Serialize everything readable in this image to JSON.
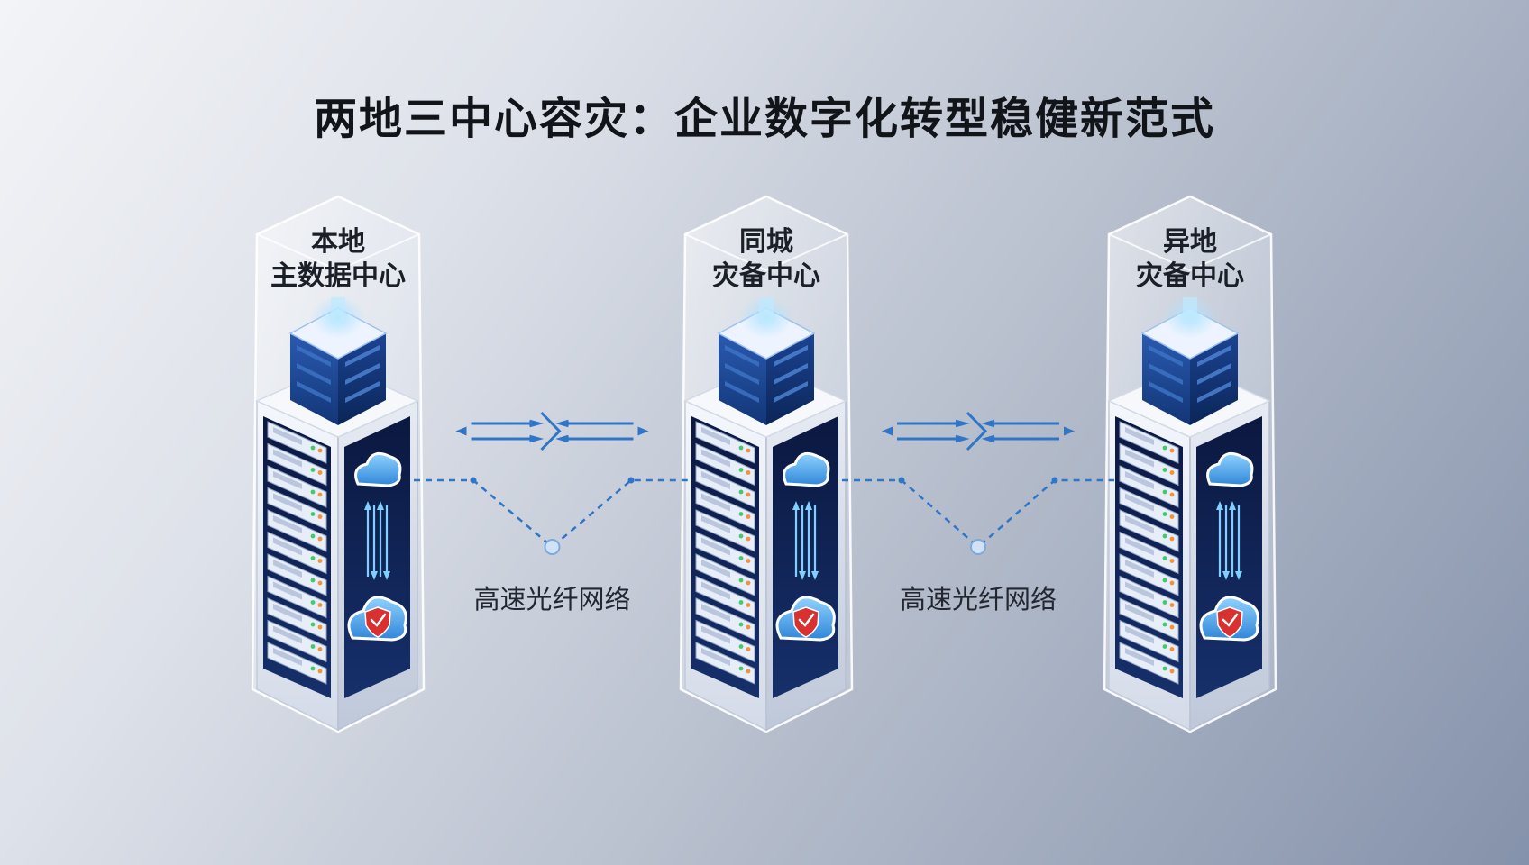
{
  "title": "两地三中心容灾：企业数字化转型稳健新范式",
  "towers": [
    {
      "line1": "本地",
      "line2": "主数据中心"
    },
    {
      "line1": "同城",
      "line2": "灾备中心"
    },
    {
      "line1": "异地",
      "line2": "灾备中心"
    }
  ],
  "links": [
    {
      "label": "高速光纤网络"
    },
    {
      "label": "高速光纤网络"
    }
  ],
  "colors": {
    "accent": "#2f76c8",
    "rack_dark": "#0f1f4a",
    "cloud": "#4ea8ea",
    "shield": "#d8312f",
    "led_green": "#46c86a",
    "led_orange": "#f0933a"
  }
}
